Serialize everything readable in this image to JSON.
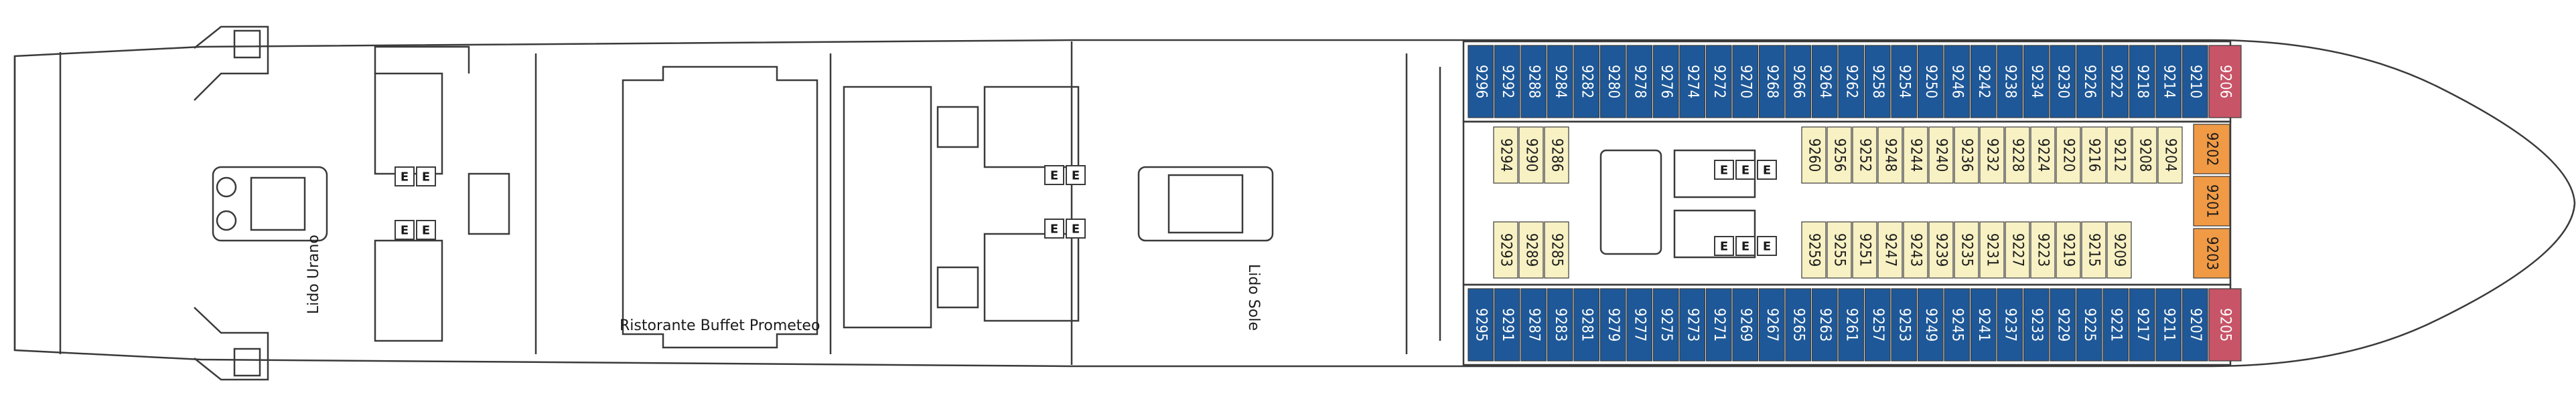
{
  "deck": {
    "venues": [
      {
        "id": "lido_urano",
        "label": "Lido Urano"
      },
      {
        "id": "buffet",
        "label": "Ristorante Buffet Prometeo"
      },
      {
        "id": "lido_sole",
        "label": "Lido Sole"
      }
    ],
    "elevator_letter": "E",
    "colors": {
      "outline": "#3a3a3a",
      "balcony": "#1e5898",
      "inside": "#f7f1c4",
      "suite_red": "#c75467",
      "suite_orange": "#f09a45",
      "text_on_dark": "#ffffff",
      "text_on_light": "#1a1a1a"
    },
    "cabins": {
      "top_balcony": [
        "9296",
        "9292",
        "9288",
        "9284",
        "9282",
        "9280",
        "9278",
        "9276",
        "9274",
        "9272",
        "9270",
        "9268",
        "9266",
        "9264",
        "9262",
        "9258",
        "9254",
        "9250",
        "9246",
        "9242",
        "9238",
        "9234",
        "9230",
        "9226",
        "9222",
        "9218",
        "9214",
        "9210"
      ],
      "top_red": "9206",
      "top_inside_aft": [
        "9294",
        "9290",
        "9286"
      ],
      "top_inside_fwd": [
        "9260",
        "9256",
        "9252",
        "9248",
        "9244",
        "9240",
        "9236",
        "9232",
        "9228",
        "9224",
        "9220",
        "9216",
        "9212",
        "9208",
        "9204"
      ],
      "orange_suites": [
        "9202",
        "9201",
        "9203"
      ],
      "bottom_inside_aft": [
        "9293",
        "9289",
        "9285"
      ],
      "bottom_inside_fwd": [
        "9259",
        "9255",
        "9251",
        "9247",
        "9243",
        "9239",
        "9235",
        "9231",
        "9227",
        "9223",
        "9219",
        "9215",
        "9209"
      ],
      "bottom_balcony": [
        "9295",
        "9291",
        "9287",
        "9283",
        "9281",
        "9279",
        "9277",
        "9275",
        "9273",
        "9271",
        "9269",
        "9267",
        "9265",
        "9263",
        "9261",
        "9257",
        "9253",
        "9249",
        "9245",
        "9241",
        "9237",
        "9233",
        "9229",
        "9225",
        "9221",
        "9217",
        "9211",
        "9207"
      ],
      "bottom_red": "9205"
    }
  }
}
